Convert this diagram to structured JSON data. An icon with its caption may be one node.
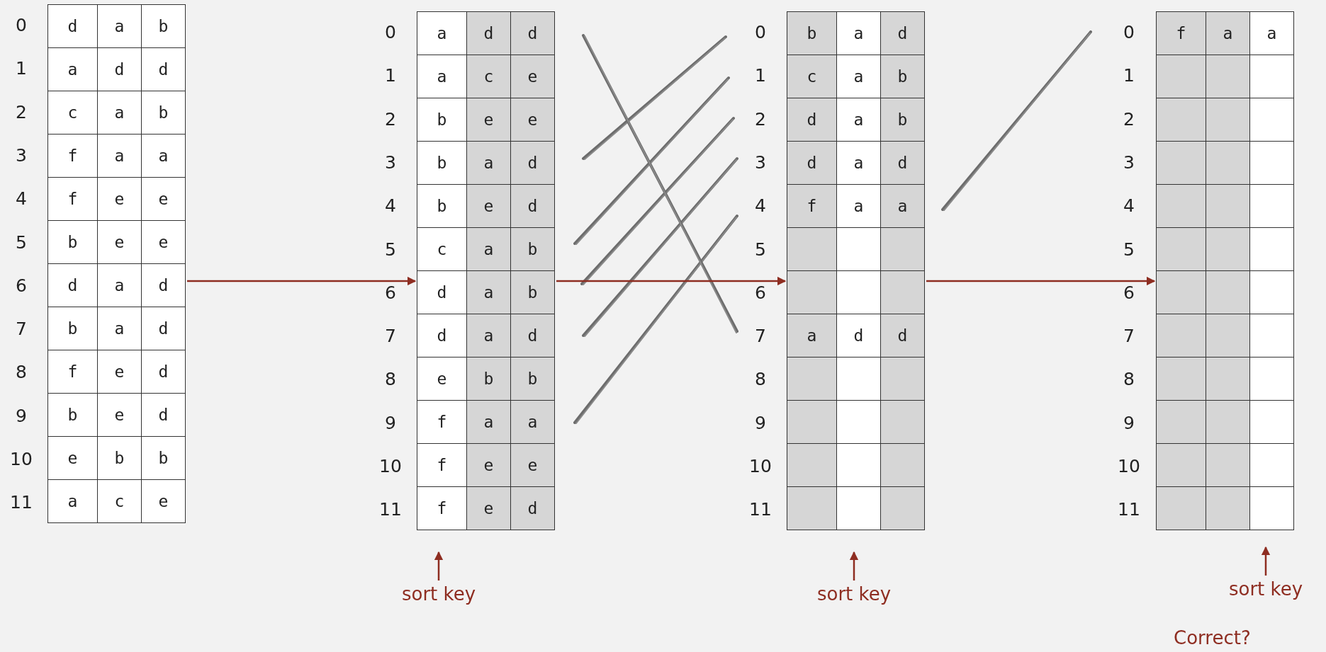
{
  "diagram": {
    "nodes": [
      {
        "text": [],
        "shape": "box"
      },
      {
        "text": [],
        "shape": "box"
      },
      {
        "text": [],
        "shape": "box"
      },
      {
        "text": [],
        "shape": "box"
      },
      {
        "text": [
          "sort key"
        ]
      },
      {
        "text": [
          "sort key"
        ]
      },
      {
        "text": [
          "sort key"
        ]
      }
    ],
    "edges": [
      {
        "from": 0,
        "to": 1,
        "arrow": "to"
      },
      {
        "from": 1,
        "to": 2,
        "arrow": "to"
      },
      {
        "from": 2,
        "to": 3,
        "arrow": "to"
      },
      {
        "from": 4,
        "to": null,
        "arrow": "to"
      },
      {
        "from": 5,
        "to": null,
        "arrow": "to"
      },
      {
        "from": 6,
        "to": null,
        "arrow": "to"
      }
    ],
    "labels": [
      "0",
      "d",
      "a",
      "b",
      "1",
      "a",
      "d",
      "d",
      "2",
      "c",
      "a",
      "b",
      "3",
      "f",
      "a",
      "a",
      "4",
      "f",
      "e",
      "e",
      "5",
      "b",
      "e",
      "e",
      "6",
      "d",
      "a",
      "d",
      "7",
      "b",
      "a",
      "d",
      "8",
      "f",
      "e",
      "d",
      "9",
      "b",
      "e",
      "d",
      "10",
      "e",
      "b",
      "b",
      "11",
      "a",
      "c",
      "e",
      "0",
      "a",
      "d",
      "d",
      "1",
      "a",
      "c",
      "e",
      "2",
      "b",
      "e",
      "e",
      "3",
      "b",
      "a",
      "d",
      "4",
      "b",
      "e",
      "d",
      "5",
      "c",
      "a",
      "b",
      "6",
      "d",
      "a",
      "b",
      "7",
      "d",
      "a",
      "d",
      "8",
      "e",
      "b",
      "b",
      "9",
      "f",
      "a",
      "a",
      "10",
      "f",
      "e",
      "e",
      "11",
      "f",
      "e",
      "d",
      "0",
      "b",
      "a",
      "d",
      "1",
      "c",
      "a",
      "b",
      "2",
      "d",
      "a",
      "b",
      "3",
      "d",
      "a",
      "d",
      "4",
      "f",
      "a",
      "a",
      "5",
      "6",
      "7",
      "a",
      "d",
      "d",
      "8",
      "9",
      "10",
      "11",
      "0",
      "f",
      "a",
      "a",
      "1",
      "2",
      "3",
      "4",
      "5",
      "6",
      "7",
      "8",
      "9",
      "10",
      "11",
      "Correct?"
    ]
  }
}
